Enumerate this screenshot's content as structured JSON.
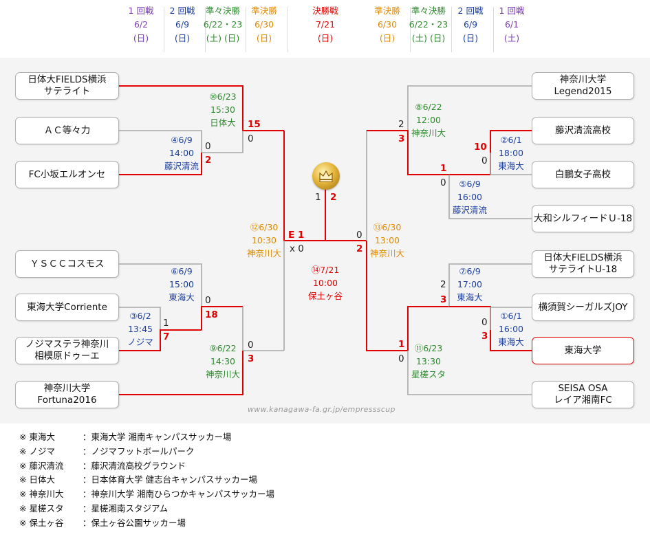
{
  "header": {
    "rounds": [
      {
        "name": "1 回戦",
        "date": "6/2",
        "day": "(日)",
        "color": "#7a3cb0"
      },
      {
        "name": "2 回戦",
        "date": "6/9",
        "day": "(日)",
        "color": "#1b3f9e"
      },
      {
        "name": "準々決勝",
        "date": "6/22・23",
        "day": "(土) (日)",
        "color": "#2c8a2c"
      },
      {
        "name": "準決勝",
        "date": "6/30",
        "day": "(日)",
        "color": "#e08a00"
      },
      {
        "name": "決勝戦",
        "date": "7/21",
        "day": "(日)",
        "color": "#e00000"
      },
      {
        "name": "準決勝",
        "date": "6/30",
        "day": "(日)",
        "color": "#e08a00"
      },
      {
        "name": "準々決勝",
        "date": "6/22・23",
        "day": "(土) (日)",
        "color": "#2c8a2c"
      },
      {
        "name": "2 回戦",
        "date": "6/9",
        "day": "(日)",
        "color": "#1b3f9e"
      },
      {
        "name": "1 回戦",
        "date": "6/1",
        "day": "(土)",
        "color": "#7a3cb0"
      }
    ]
  },
  "colors": {
    "win_line": "#e00000",
    "lose_line": "#a8a8a8",
    "r1": "#7a3cb0",
    "r2": "#1b3f9e",
    "qf": "#2c8a2c",
    "sf": "#e08a00",
    "final": "#e00000"
  },
  "teams": [
    {
      "name": "日体大FIELDS横浜\nサテライト",
      "winner": false
    },
    {
      "name": "ＡＣ等々力",
      "winner": false
    },
    {
      "name": "FC小坂エルオンセ",
      "winner": false
    },
    {
      "name": "ＹＳＣＣコスモス",
      "winner": false
    },
    {
      "name": "東海大学Corriente",
      "winner": false
    },
    {
      "name": "ノジマステラ神奈川\n相模原ドゥーエ",
      "winner": false
    },
    {
      "name": "神奈川大学\nFortuna2016",
      "winner": false
    },
    {
      "name": "神奈川大学\nLegend2015",
      "winner": false
    },
    {
      "name": "藤沢清流高校",
      "winner": false
    },
    {
      "name": "白鵬女子高校",
      "winner": false
    },
    {
      "name": "大和シルフィードＵ-18",
      "winner": false
    },
    {
      "name": "日体大FIELDS横浜\nサテライトU-18",
      "winner": false
    },
    {
      "name": "横須賀シーガルズJOY",
      "winner": false
    },
    {
      "name": "東海大学",
      "winner": true
    },
    {
      "name": "SEISA OSA\nレイア湘南FC",
      "winner": false
    }
  ],
  "matches": [
    {
      "no": "⑩",
      "date": "6/23",
      "time": "15:30",
      "venue": "日体大",
      "round": "qf"
    },
    {
      "no": "④",
      "date": "6/9",
      "time": "14:00",
      "venue": "藤沢清流",
      "round": "r2"
    },
    {
      "no": "⑥",
      "date": "6/9",
      "time": "15:00",
      "venue": "東海大",
      "round": "r2"
    },
    {
      "no": "③",
      "date": "6/2",
      "time": "13:45",
      "venue": "ノジマ",
      "round": "r1"
    },
    {
      "no": "⑨",
      "date": "6/22",
      "time": "14:30",
      "venue": "神奈川大",
      "round": "qf"
    },
    {
      "no": "⑫",
      "date": "6/30",
      "time": "10:30",
      "venue": "神奈川大",
      "round": "sf"
    },
    {
      "no": "⑭",
      "date": "7/21",
      "time": "10:00",
      "venue": "保土ヶ谷",
      "round": "final"
    },
    {
      "no": "⑬",
      "date": "6/30",
      "time": "13:00",
      "venue": "神奈川大",
      "round": "sf"
    },
    {
      "no": "⑧",
      "date": "6/22",
      "time": "12:00",
      "venue": "神奈川大",
      "round": "qf"
    },
    {
      "no": "②",
      "date": "6/1",
      "time": "18:00",
      "venue": "東海大",
      "round": "r1"
    },
    {
      "no": "⑤",
      "date": "6/9",
      "time": "16:00",
      "venue": "藤沢清流",
      "round": "r2"
    },
    {
      "no": "⑦",
      "date": "6/9",
      "time": "17:00",
      "venue": "東海大",
      "round": "r2"
    },
    {
      "no": "①",
      "date": "6/1",
      "time": "16:00",
      "venue": "東海大",
      "round": "r1"
    },
    {
      "no": "⑪",
      "date": "6/23",
      "time": "13:30",
      "venue": "星槎スタ",
      "round": "qf"
    }
  ],
  "scores": [
    {
      "text": "15",
      "win": true
    },
    {
      "text": "0",
      "win": false
    },
    {
      "text": "0",
      "win": false
    },
    {
      "text": "2",
      "win": true
    },
    {
      "text": "E 1",
      "win": true
    },
    {
      "text": "x 0",
      "win": false
    },
    {
      "text": "1",
      "win": false
    },
    {
      "text": "2",
      "win": true
    },
    {
      "text": "0",
      "win": false
    },
    {
      "text": "18",
      "win": true
    },
    {
      "text": "1",
      "win": false
    },
    {
      "text": "7",
      "win": true
    },
    {
      "text": "0",
      "win": false
    },
    {
      "text": "3",
      "win": true
    },
    {
      "text": "0",
      "win": false
    },
    {
      "text": "2",
      "win": true
    },
    {
      "text": "2",
      "win": false
    },
    {
      "text": "3",
      "win": true
    },
    {
      "text": "10",
      "win": true
    },
    {
      "text": "0",
      "win": false
    },
    {
      "text": "1",
      "win": true
    },
    {
      "text": "0",
      "win": false
    },
    {
      "text": "2",
      "win": false
    },
    {
      "text": "3",
      "win": true
    },
    {
      "text": "0",
      "win": false
    },
    {
      "text": "3",
      "win": true
    },
    {
      "text": "1",
      "win": true
    },
    {
      "text": "0",
      "win": false
    }
  ],
  "watermark": "www.kanagawa-fa.gr.jp/empressscup",
  "legend": [
    {
      "key": "※ 東海大",
      "value": "：東海大学 湘南キャンパスサッカー場"
    },
    {
      "key": "※ ノジマ",
      "value": "：ノジマフットボールパーク"
    },
    {
      "key": "※ 藤沢清流",
      "value": "：藤沢清流高校グラウンド"
    },
    {
      "key": "※ 日体大",
      "value": "：日本体育大学 健志台キャンパスサッカー場"
    },
    {
      "key": "※ 神奈川大",
      "value": "：神奈川大学 湘南ひらつかキャンパスサッカー場"
    },
    {
      "key": "※ 星槎スタ",
      "value": "：星槎湘南スタジアム"
    },
    {
      "key": "※ 保土ヶ谷",
      "value": "：保土ヶ谷公園サッカー場"
    }
  ],
  "icons": {
    "trophy": "crown-trophy-icon"
  }
}
